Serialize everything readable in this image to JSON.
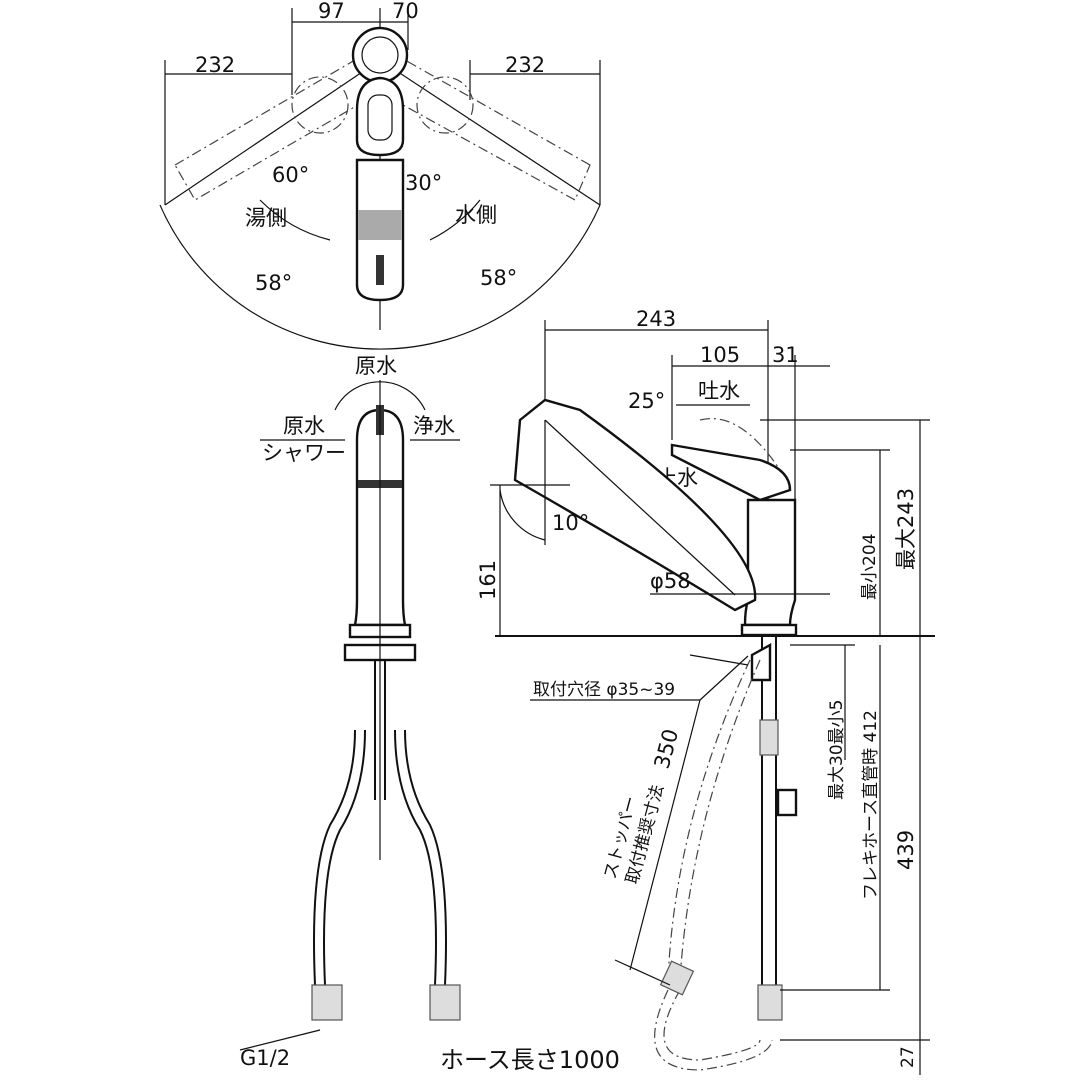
{
  "top_view": {
    "dim_97": "97",
    "dim_70": "70",
    "dim_232_left": "232",
    "dim_232_right": "232",
    "angle_60": "60°",
    "angle_30": "30°",
    "hot_side": "湯側",
    "cold_side": "水側",
    "angle_58_left": "58°",
    "angle_58_right": "58°"
  },
  "front_view": {
    "raw_water_top": "原水",
    "raw_water_shower_1": "原水",
    "raw_water_shower_2": "シャワー",
    "purified_water": "浄水",
    "thread_size": "G1/2",
    "hose_length": "ホース長さ1000"
  },
  "side_view": {
    "dim_243_width": "243",
    "dim_105": "105",
    "dim_31": "31",
    "angle_25": "25°",
    "spout_water": "吐水",
    "stop_water": "止水",
    "angle_10": "10°",
    "dim_161": "161",
    "diameter_58": "φ58",
    "min_204": "最小204",
    "max_243": "最大243",
    "mount_hole": "取付穴径  φ35~39",
    "dim_350": "350",
    "stopper_1": "ストッパー",
    "stopper_2": "取付推奨寸法",
    "max30_min5": "最大30最小5",
    "flex_hose": "フレキホース直管時 412",
    "dim_439": "439",
    "dim_27": "27"
  }
}
